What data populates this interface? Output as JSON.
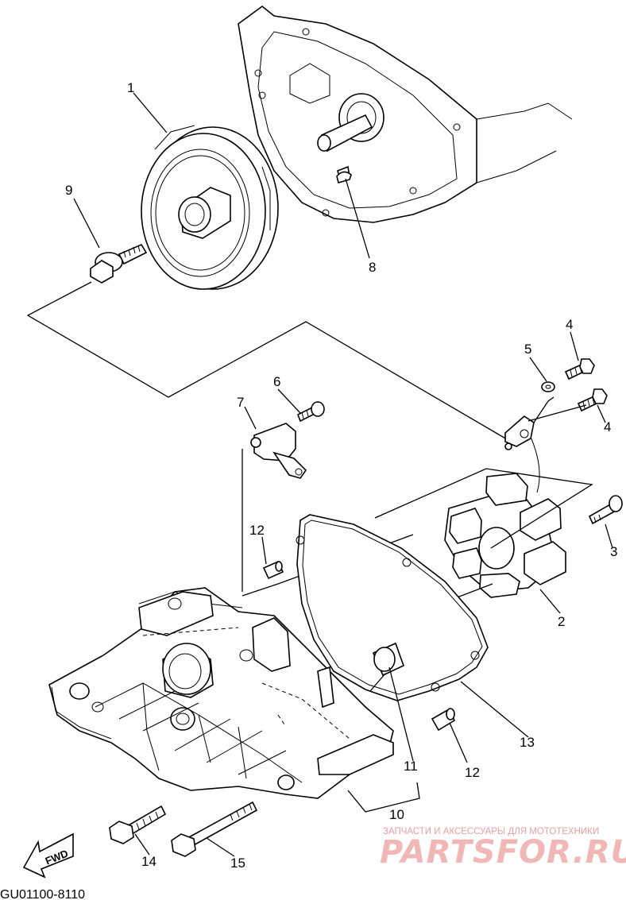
{
  "callouts": [
    "1",
    "2",
    "3",
    "4",
    "4",
    "5",
    "6",
    "7",
    "8",
    "9",
    "10",
    "11",
    "12",
    "12",
    "13",
    "14",
    "15"
  ],
  "fwd_label": "FWD",
  "diagram_code": "GU01100-8110",
  "watermark": {
    "tagline": "ЗАПЧАСТИ И АКСЕССУАРЫ ДЛЯ МОТОТЕХНИКИ",
    "brand": "PARTSFOR.RU"
  }
}
